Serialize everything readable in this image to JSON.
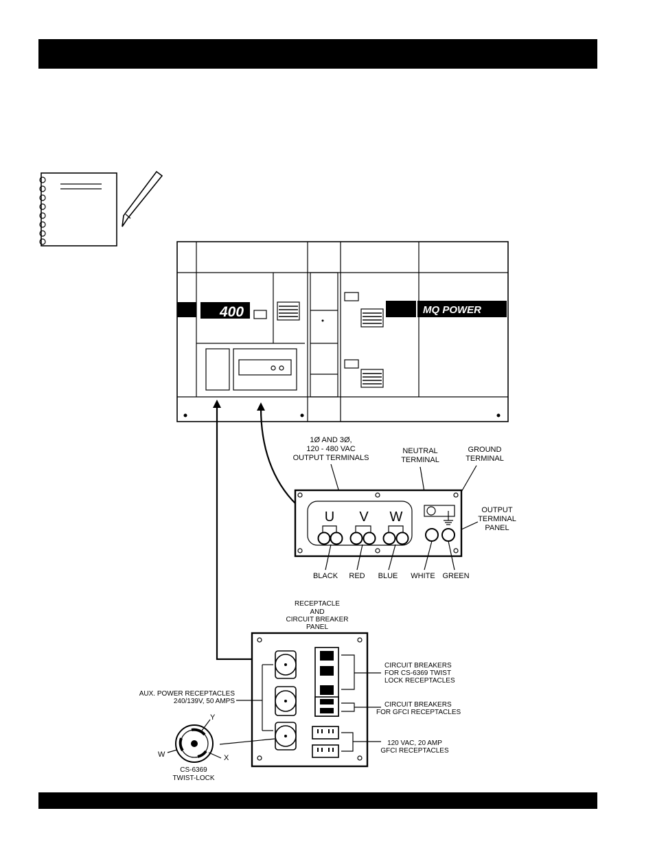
{
  "labels": {
    "model_number": "400",
    "brand_logo": "MQ POWER",
    "output_terminals": [
      "1Ø AND 3Ø,",
      "120 - 480 VAC",
      "OUTPUT TERMINALS"
    ],
    "neutral_terminal": [
      "NEUTRAL",
      "TERMINAL"
    ],
    "ground_terminal": [
      "GROUND",
      "TERMINAL"
    ],
    "output_terminal_panel": [
      "OUTPUT",
      "TERMINAL",
      "PANEL"
    ],
    "phase_u": "U",
    "phase_v": "V",
    "phase_w": "W",
    "wire_black": "BLACK",
    "wire_red": "RED",
    "wire_blue": "BLUE",
    "wire_white": "WHITE",
    "wire_green": "GREEN",
    "receptacle_panel": [
      "RECEPTACLE",
      "AND",
      "CIRCUIT BREAKER",
      "PANEL"
    ],
    "breakers_twist_lock": [
      "CIRCUIT BREAKERS",
      "FOR CS-6369 TWIST",
      "LOCK RECEPTACLES"
    ],
    "breakers_gfci": [
      "CIRCUIT BREAKERS",
      "FOR GFCI RECEPTACLES"
    ],
    "gfci_receptacles": [
      "120 VAC, 20 AMP",
      "GFCI RECEPTACLES"
    ],
    "aux_power": [
      "AUX. POWER RECEPTACLES",
      "240/139V, 50 AMPS"
    ],
    "plug_y": "Y",
    "plug_w": "W",
    "plug_x": "X",
    "twist_lock": [
      "CS-6369",
      "TWIST-LOCK"
    ]
  }
}
